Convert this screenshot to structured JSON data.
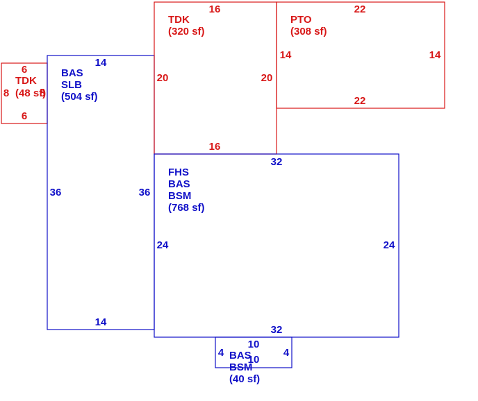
{
  "colors": {
    "red": "#d81818",
    "blue": "#1010c8"
  },
  "areas": [
    {
      "id": "tdk-small",
      "color": "red",
      "lines": [
        "TDK",
        "(48 sf)"
      ],
      "dims": {
        "top": "6",
        "bottom": "6",
        "left": "8",
        "right": "8"
      }
    },
    {
      "id": "bas-slb",
      "color": "blue",
      "lines": [
        "BAS",
        "SLB",
        "(504 sf)"
      ],
      "dims": {
        "top": "14",
        "bottom": "14",
        "left": "36",
        "right": "36"
      }
    },
    {
      "id": "tdk-large",
      "color": "red",
      "lines": [
        "TDK",
        "(320 sf)"
      ],
      "dims": {
        "top": "16",
        "bottom": "16",
        "left": "20",
        "right": "20"
      }
    },
    {
      "id": "pto",
      "color": "red",
      "lines": [
        "PTO",
        "(308 sf)"
      ],
      "dims": {
        "top": "22",
        "bottom": "22",
        "left": "14",
        "right": "14"
      }
    },
    {
      "id": "fhs-bas-bsm",
      "color": "blue",
      "lines": [
        "FHS",
        "BAS",
        "BSM",
        "(768 sf)"
      ],
      "dims": {
        "top": "32",
        "bottom": "32",
        "left": "24",
        "right": "24"
      }
    },
    {
      "id": "bas-bsm",
      "color": "blue",
      "lines": [
        "BAS",
        "BSM",
        "(40 sf)"
      ],
      "dims": {
        "top": "10",
        "bottom": "10",
        "left": "4",
        "right": "4"
      }
    }
  ]
}
